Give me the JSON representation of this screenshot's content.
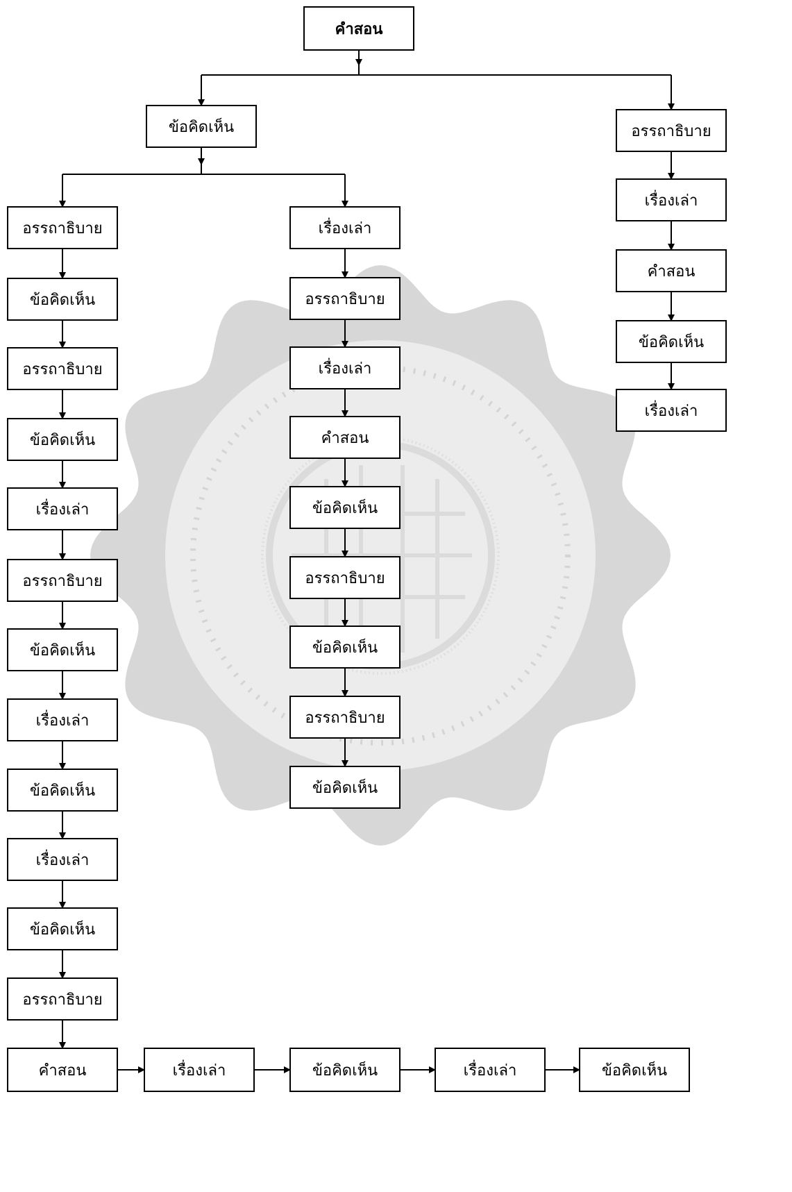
{
  "nodes": [
    {
      "id": "root",
      "label": "คำสอน",
      "bold": true
    },
    {
      "id": "m1",
      "label": "ข้อคิดเห็น"
    },
    {
      "id": "r1",
      "label": "อรรถาธิบาย"
    },
    {
      "id": "L1",
      "label": "อรรถาธิบาย"
    },
    {
      "id": "L2",
      "label": "ข้อคิดเห็น"
    },
    {
      "id": "L3",
      "label": "อรรถาธิบาย"
    },
    {
      "id": "L4",
      "label": "ข้อคิดเห็น"
    },
    {
      "id": "L5",
      "label": "เรื่องเล่า"
    },
    {
      "id": "L6",
      "label": "อรรถาธิบาย"
    },
    {
      "id": "L7",
      "label": "ข้อคิดเห็น"
    },
    {
      "id": "L8",
      "label": "เรื่องเล่า"
    },
    {
      "id": "L9",
      "label": "ข้อคิดเห็น"
    },
    {
      "id": "L10",
      "label": "เรื่องเล่า"
    },
    {
      "id": "L11",
      "label": "ข้อคิดเห็น"
    },
    {
      "id": "L12",
      "label": "อรรถาธิบาย"
    },
    {
      "id": "C1",
      "label": "เรื่องเล่า"
    },
    {
      "id": "C2",
      "label": "อรรถาธิบาย"
    },
    {
      "id": "C3",
      "label": "เรื่องเล่า"
    },
    {
      "id": "C4",
      "label": "คำสอน"
    },
    {
      "id": "C5",
      "label": "ข้อคิดเห็น"
    },
    {
      "id": "C6",
      "label": "อรรถาธิบาย"
    },
    {
      "id": "C7",
      "label": "ข้อคิดเห็น"
    },
    {
      "id": "C8",
      "label": "อรรถาธิบาย"
    },
    {
      "id": "C9",
      "label": "ข้อคิดเห็น"
    },
    {
      "id": "R1",
      "label": "เรื่องเล่า"
    },
    {
      "id": "R2",
      "label": "คำสอน"
    },
    {
      "id": "R3",
      "label": "ข้อคิดเห็น"
    },
    {
      "id": "R4",
      "label": "เรื่องเล่า"
    },
    {
      "id": "B1",
      "label": "คำสอน"
    },
    {
      "id": "B2",
      "label": "เรื่องเล่า"
    },
    {
      "id": "B3",
      "label": "ข้อคิดเห็น"
    },
    {
      "id": "B4",
      "label": "เรื่องเล่า"
    },
    {
      "id": "B5",
      "label": "ข้อคิดเห็น"
    }
  ],
  "edges": [
    [
      "root",
      "m1"
    ],
    [
      "root",
      "r1"
    ],
    [
      "m1",
      "L1"
    ],
    [
      "m1",
      "C1"
    ],
    [
      "L1",
      "L2"
    ],
    [
      "L2",
      "L3"
    ],
    [
      "L3",
      "L4"
    ],
    [
      "L4",
      "L5"
    ],
    [
      "L5",
      "L6"
    ],
    [
      "L6",
      "L7"
    ],
    [
      "L7",
      "L8"
    ],
    [
      "L8",
      "L9"
    ],
    [
      "L9",
      "L10"
    ],
    [
      "L10",
      "L11"
    ],
    [
      "L11",
      "L12"
    ],
    [
      "L12",
      "B1"
    ],
    [
      "C1",
      "C2"
    ],
    [
      "C2",
      "C3"
    ],
    [
      "C3",
      "C4"
    ],
    [
      "C4",
      "C5"
    ],
    [
      "C5",
      "C6"
    ],
    [
      "C6",
      "C7"
    ],
    [
      "C7",
      "C8"
    ],
    [
      "C8",
      "C9"
    ],
    [
      "r1",
      "R1"
    ],
    [
      "R1",
      "R2"
    ],
    [
      "R2",
      "R3"
    ],
    [
      "R3",
      "R4"
    ],
    [
      "B1",
      "B2"
    ],
    [
      "B2",
      "B3"
    ],
    [
      "B3",
      "B4"
    ],
    [
      "B4",
      "B5"
    ]
  ],
  "colors": {
    "box_border": "#000000",
    "text": "#000000",
    "arrow": "#000000",
    "watermark": "#cfcfcf"
  }
}
